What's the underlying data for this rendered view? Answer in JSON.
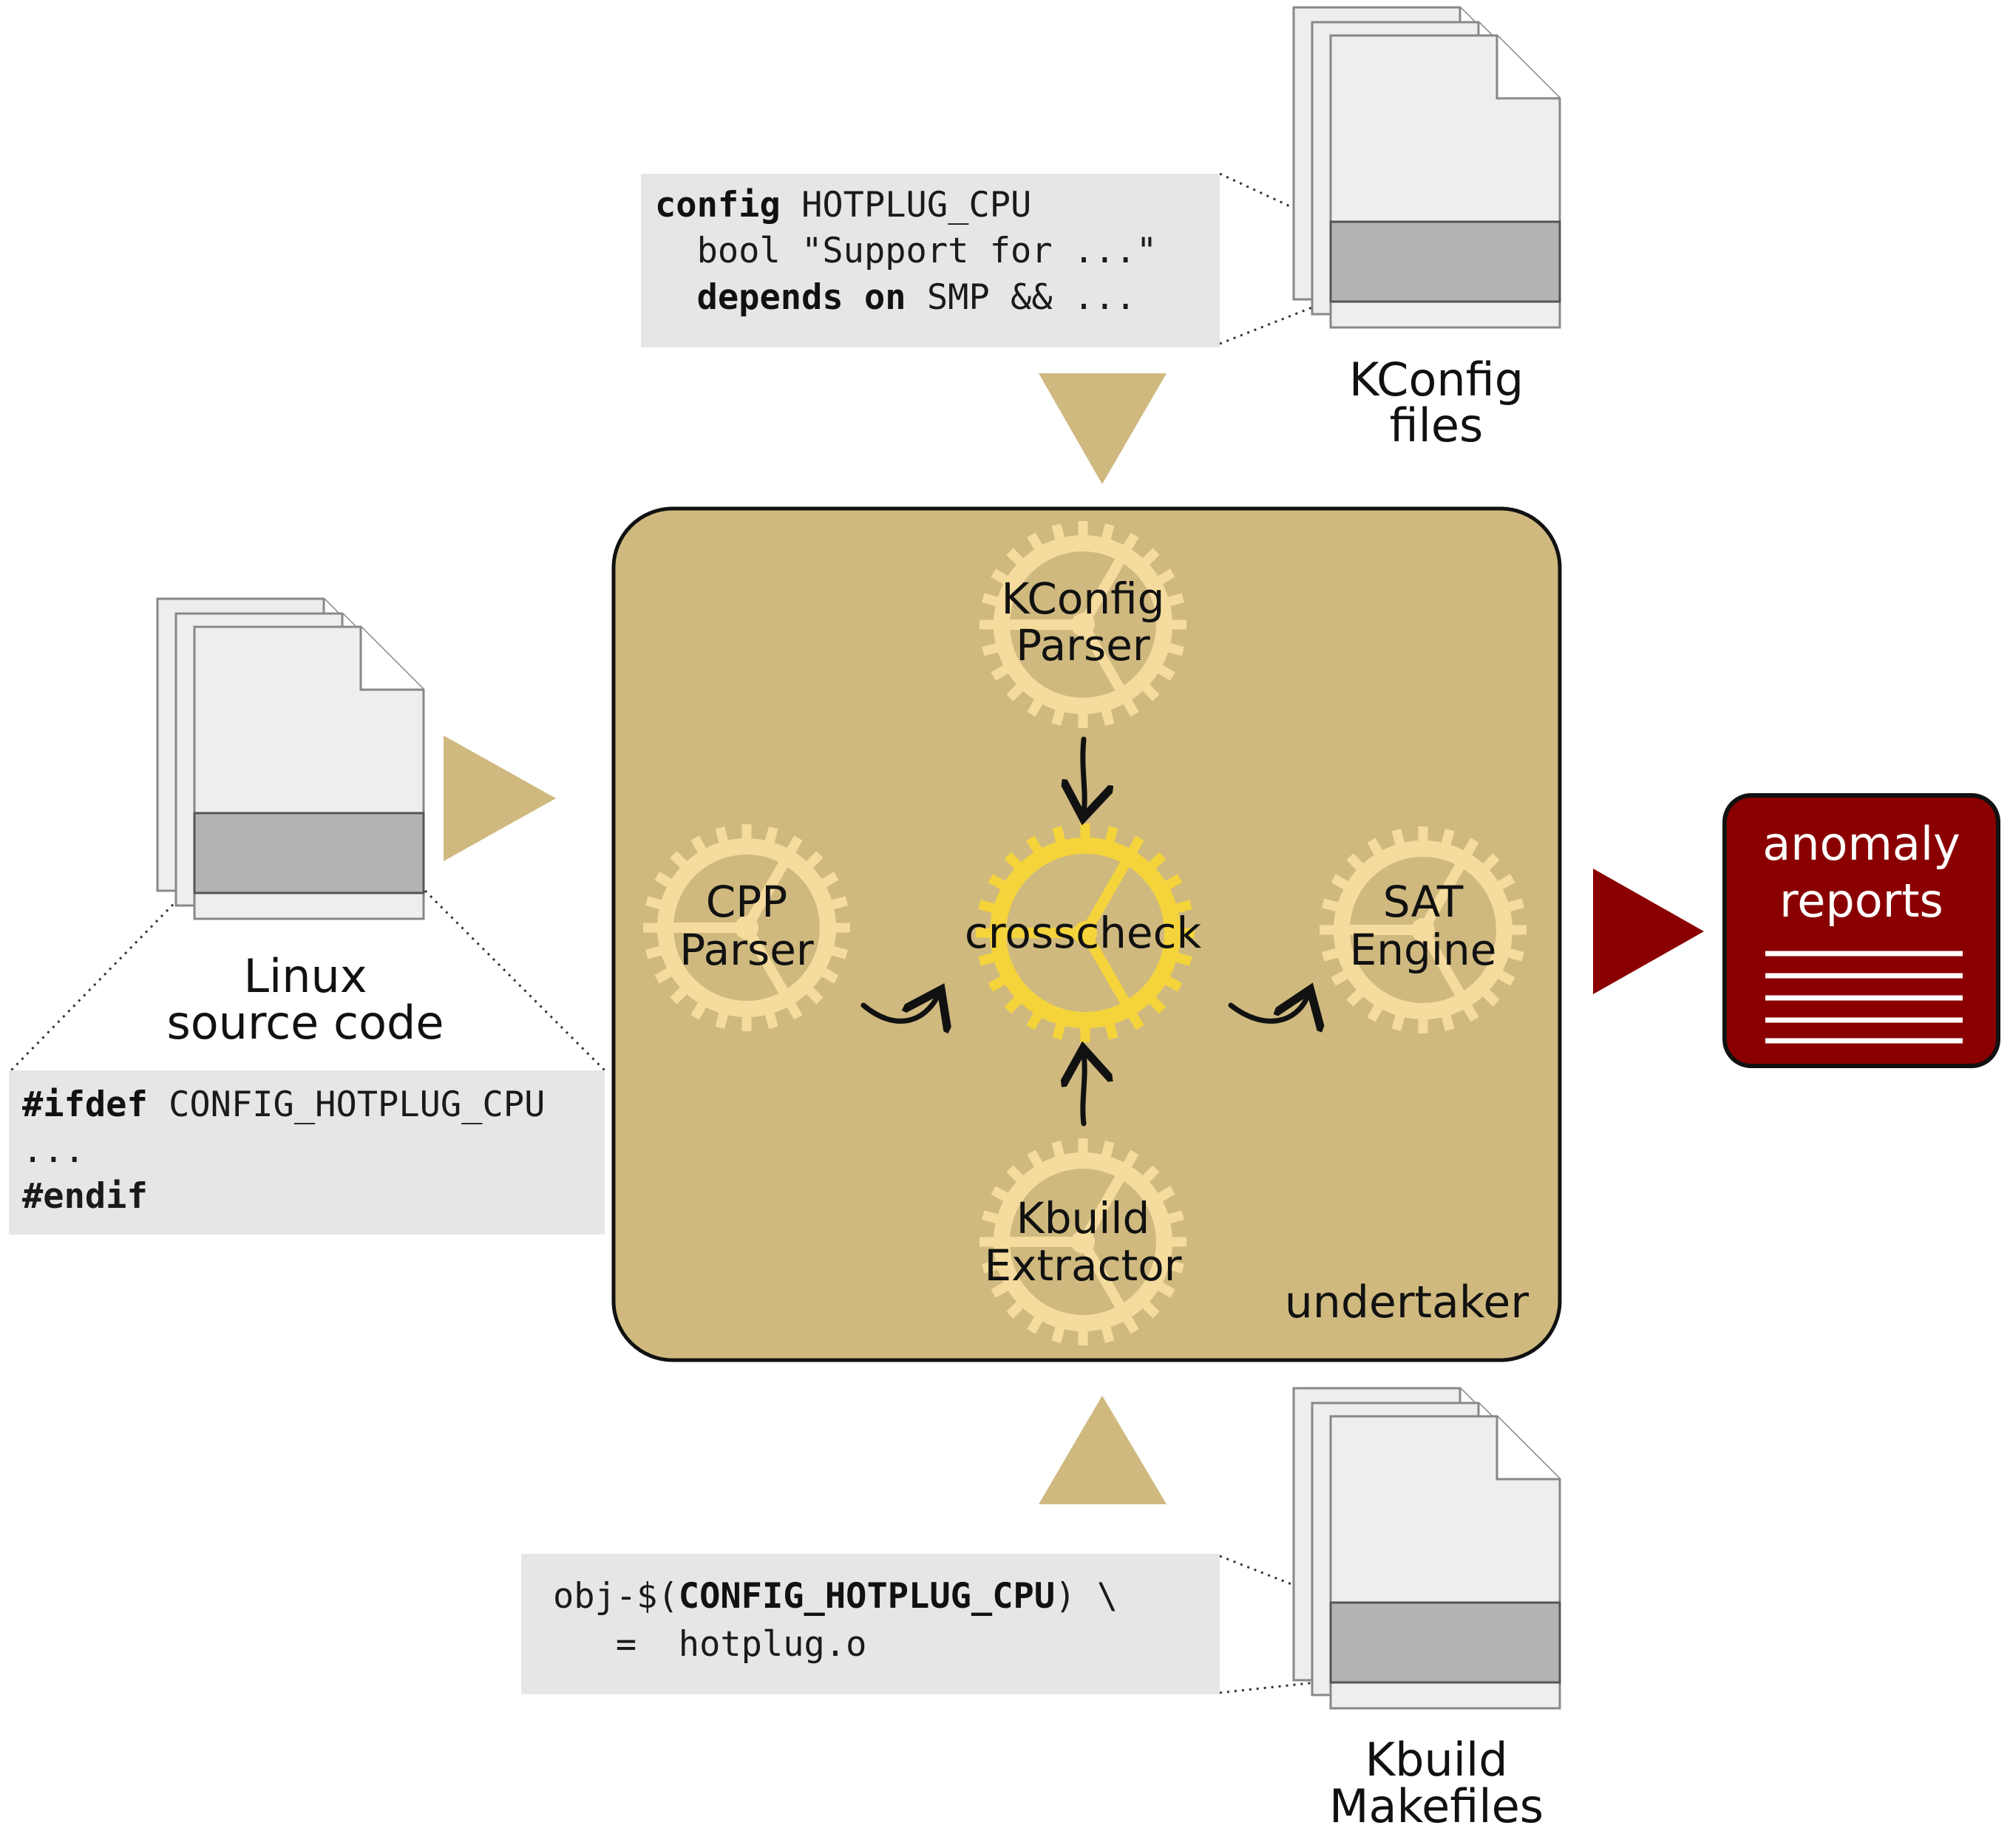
{
  "colors": {
    "box_fill": "#cfb97f",
    "box_stroke": "#111111",
    "gear_color": "#f5dc9e",
    "crosscheck_gear_color": "#f4d43a",
    "triangle_color": "#cfb97f",
    "report_color": "#8a0000",
    "code_bg": "#e6e6e6"
  },
  "icons": {
    "document_stack": "document-stack-icon",
    "gear": "gear-icon",
    "report": "report-icon"
  },
  "inputs": {
    "kconfig": {
      "label_line1": "KConfig",
      "label_line2": "files",
      "code": {
        "line1_kw": "config",
        "line1_rest": " HOTPLUG_CPU",
        "line2": "  bool \"Support for ...\"",
        "line3_kw": "  depends on",
        "line3_rest": " SMP && ..."
      }
    },
    "source": {
      "label_line1": "Linux",
      "label_line2": "source code",
      "code": {
        "line1_kw": "#ifdef",
        "line1_rest": " CONFIG_HOTPLUG_CPU",
        "line2": "...",
        "line3_kw": "#endif"
      }
    },
    "kbuild": {
      "label_line1": "Kbuild",
      "label_line2": "Makefiles",
      "code": {
        "line1_pre": "obj-$(",
        "line1_kw": "CONFIG_HOTPLUG_CPU",
        "line1_post": ") \\",
        "line2": "   =  hotplug.o"
      }
    }
  },
  "box": {
    "name": "undertaker"
  },
  "components": {
    "kconfig_parser": {
      "line1": "KConfig",
      "line2": "Parser"
    },
    "cpp_parser": {
      "line1": "CPP",
      "line2": "Parser"
    },
    "crosscheck": {
      "line1": "crosscheck"
    },
    "sat_engine": {
      "line1": "SAT",
      "line2": "Engine"
    },
    "kbuild_extractor": {
      "line1": "Kbuild",
      "line2": "Extractor"
    }
  },
  "output": {
    "line1": "anomaly",
    "line2": "reports"
  }
}
